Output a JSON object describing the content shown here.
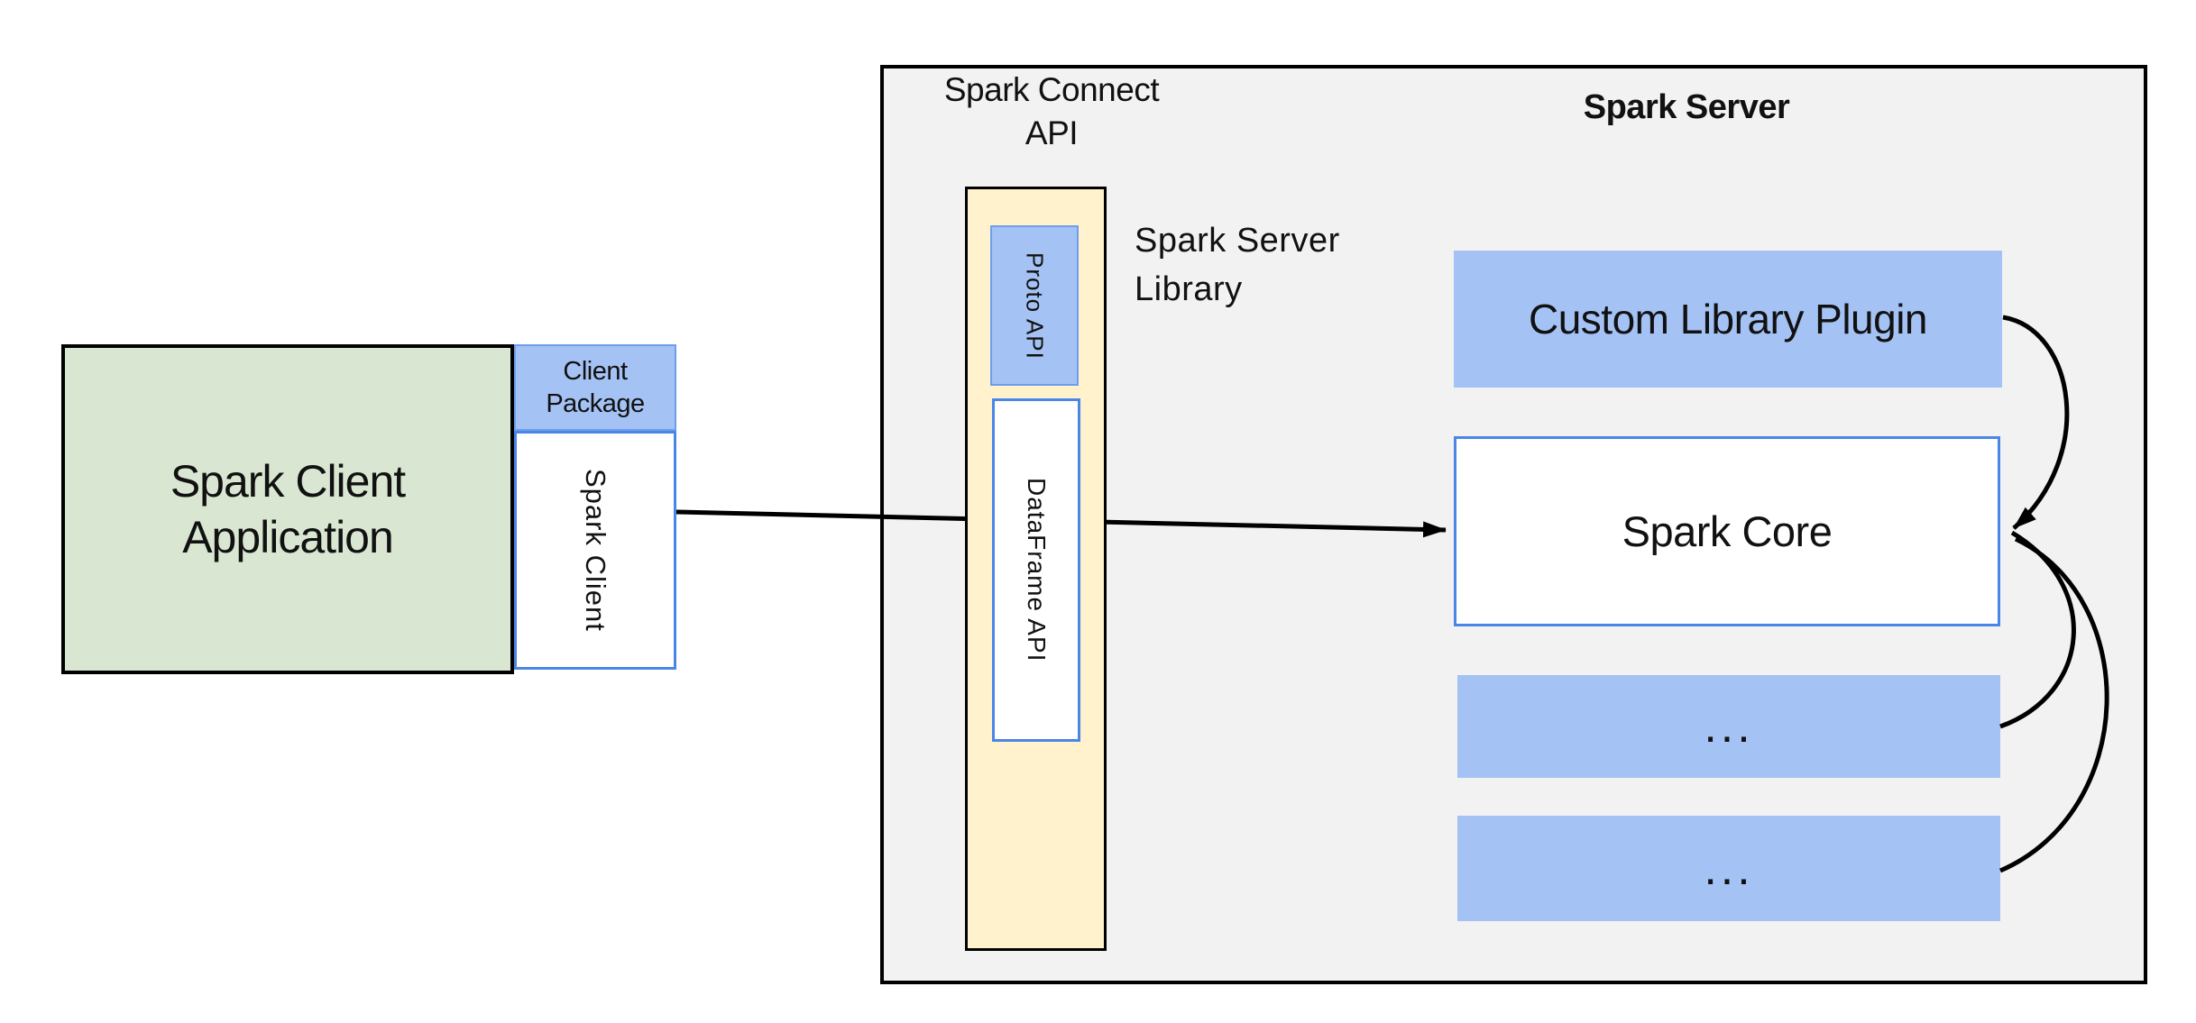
{
  "colors": {
    "blue_fill": "#a4c2f4",
    "blue_border": "#4a86e8",
    "blue_border_soft": "#6d9eeb",
    "green_fill": "#d9e7d2",
    "cream_fill": "#fff2cc",
    "container_fill": "#f2f2f2",
    "connector_color": "#000000",
    "text_color": "#111111"
  },
  "client_application": {
    "line1": "Spark Client",
    "line2": "Application"
  },
  "client_package": {
    "line1": "Client",
    "line2": "Package"
  },
  "spark_client": {
    "label": "Spark Client"
  },
  "spark_connect_api": {
    "line1": "Spark Connect",
    "line2": "API"
  },
  "spark_server": {
    "title": "Spark Server"
  },
  "spark_server_library": {
    "line1": "Spark Server",
    "line2": "Library"
  },
  "proto_api": {
    "label": "Proto API"
  },
  "dataframe_api": {
    "label": "DataFrame API"
  },
  "custom_library_plugin": {
    "label": "Custom Library Plugin"
  },
  "spark_core": {
    "label": "Spark Core"
  },
  "ellipsis_box_1": {
    "label": "..."
  },
  "ellipsis_box_2": {
    "label": "..."
  }
}
